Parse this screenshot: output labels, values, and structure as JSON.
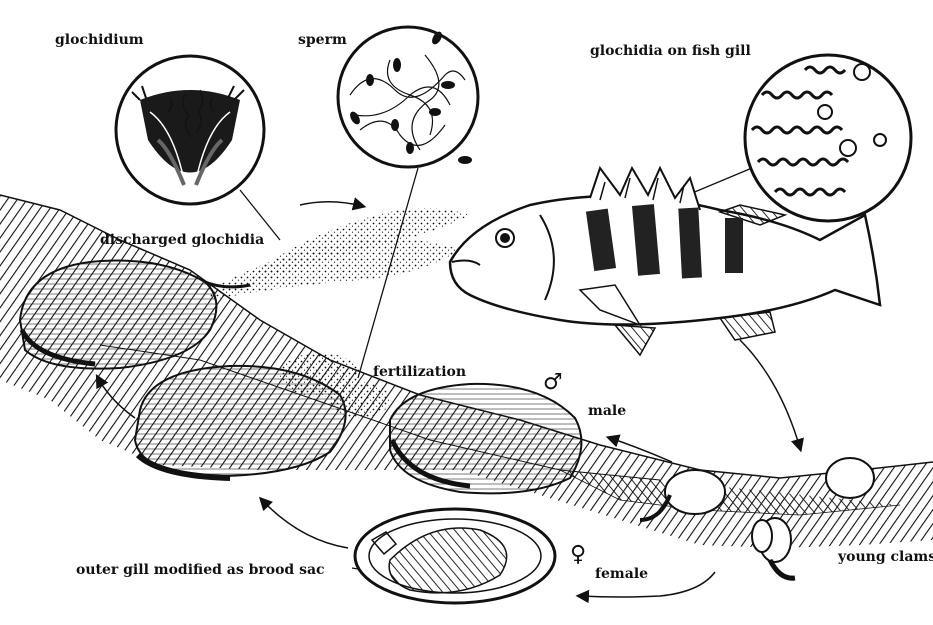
{
  "labels": {
    "glochidium": "glochidium",
    "sperm": "sperm",
    "glochidia_on_fish_gill": "glochidia on fish gill",
    "discharged_glochidia": "discharged glochidia",
    "fertilization": "fertilization",
    "male": "male",
    "young_clams": "young clams",
    "female": "female",
    "outer_gill_brood_sac": "outer gill modified as brood sac"
  },
  "symbols": {
    "male": "♂",
    "female": "♀"
  },
  "colors": {
    "ink": "#111111",
    "paper": "#ffffff"
  }
}
